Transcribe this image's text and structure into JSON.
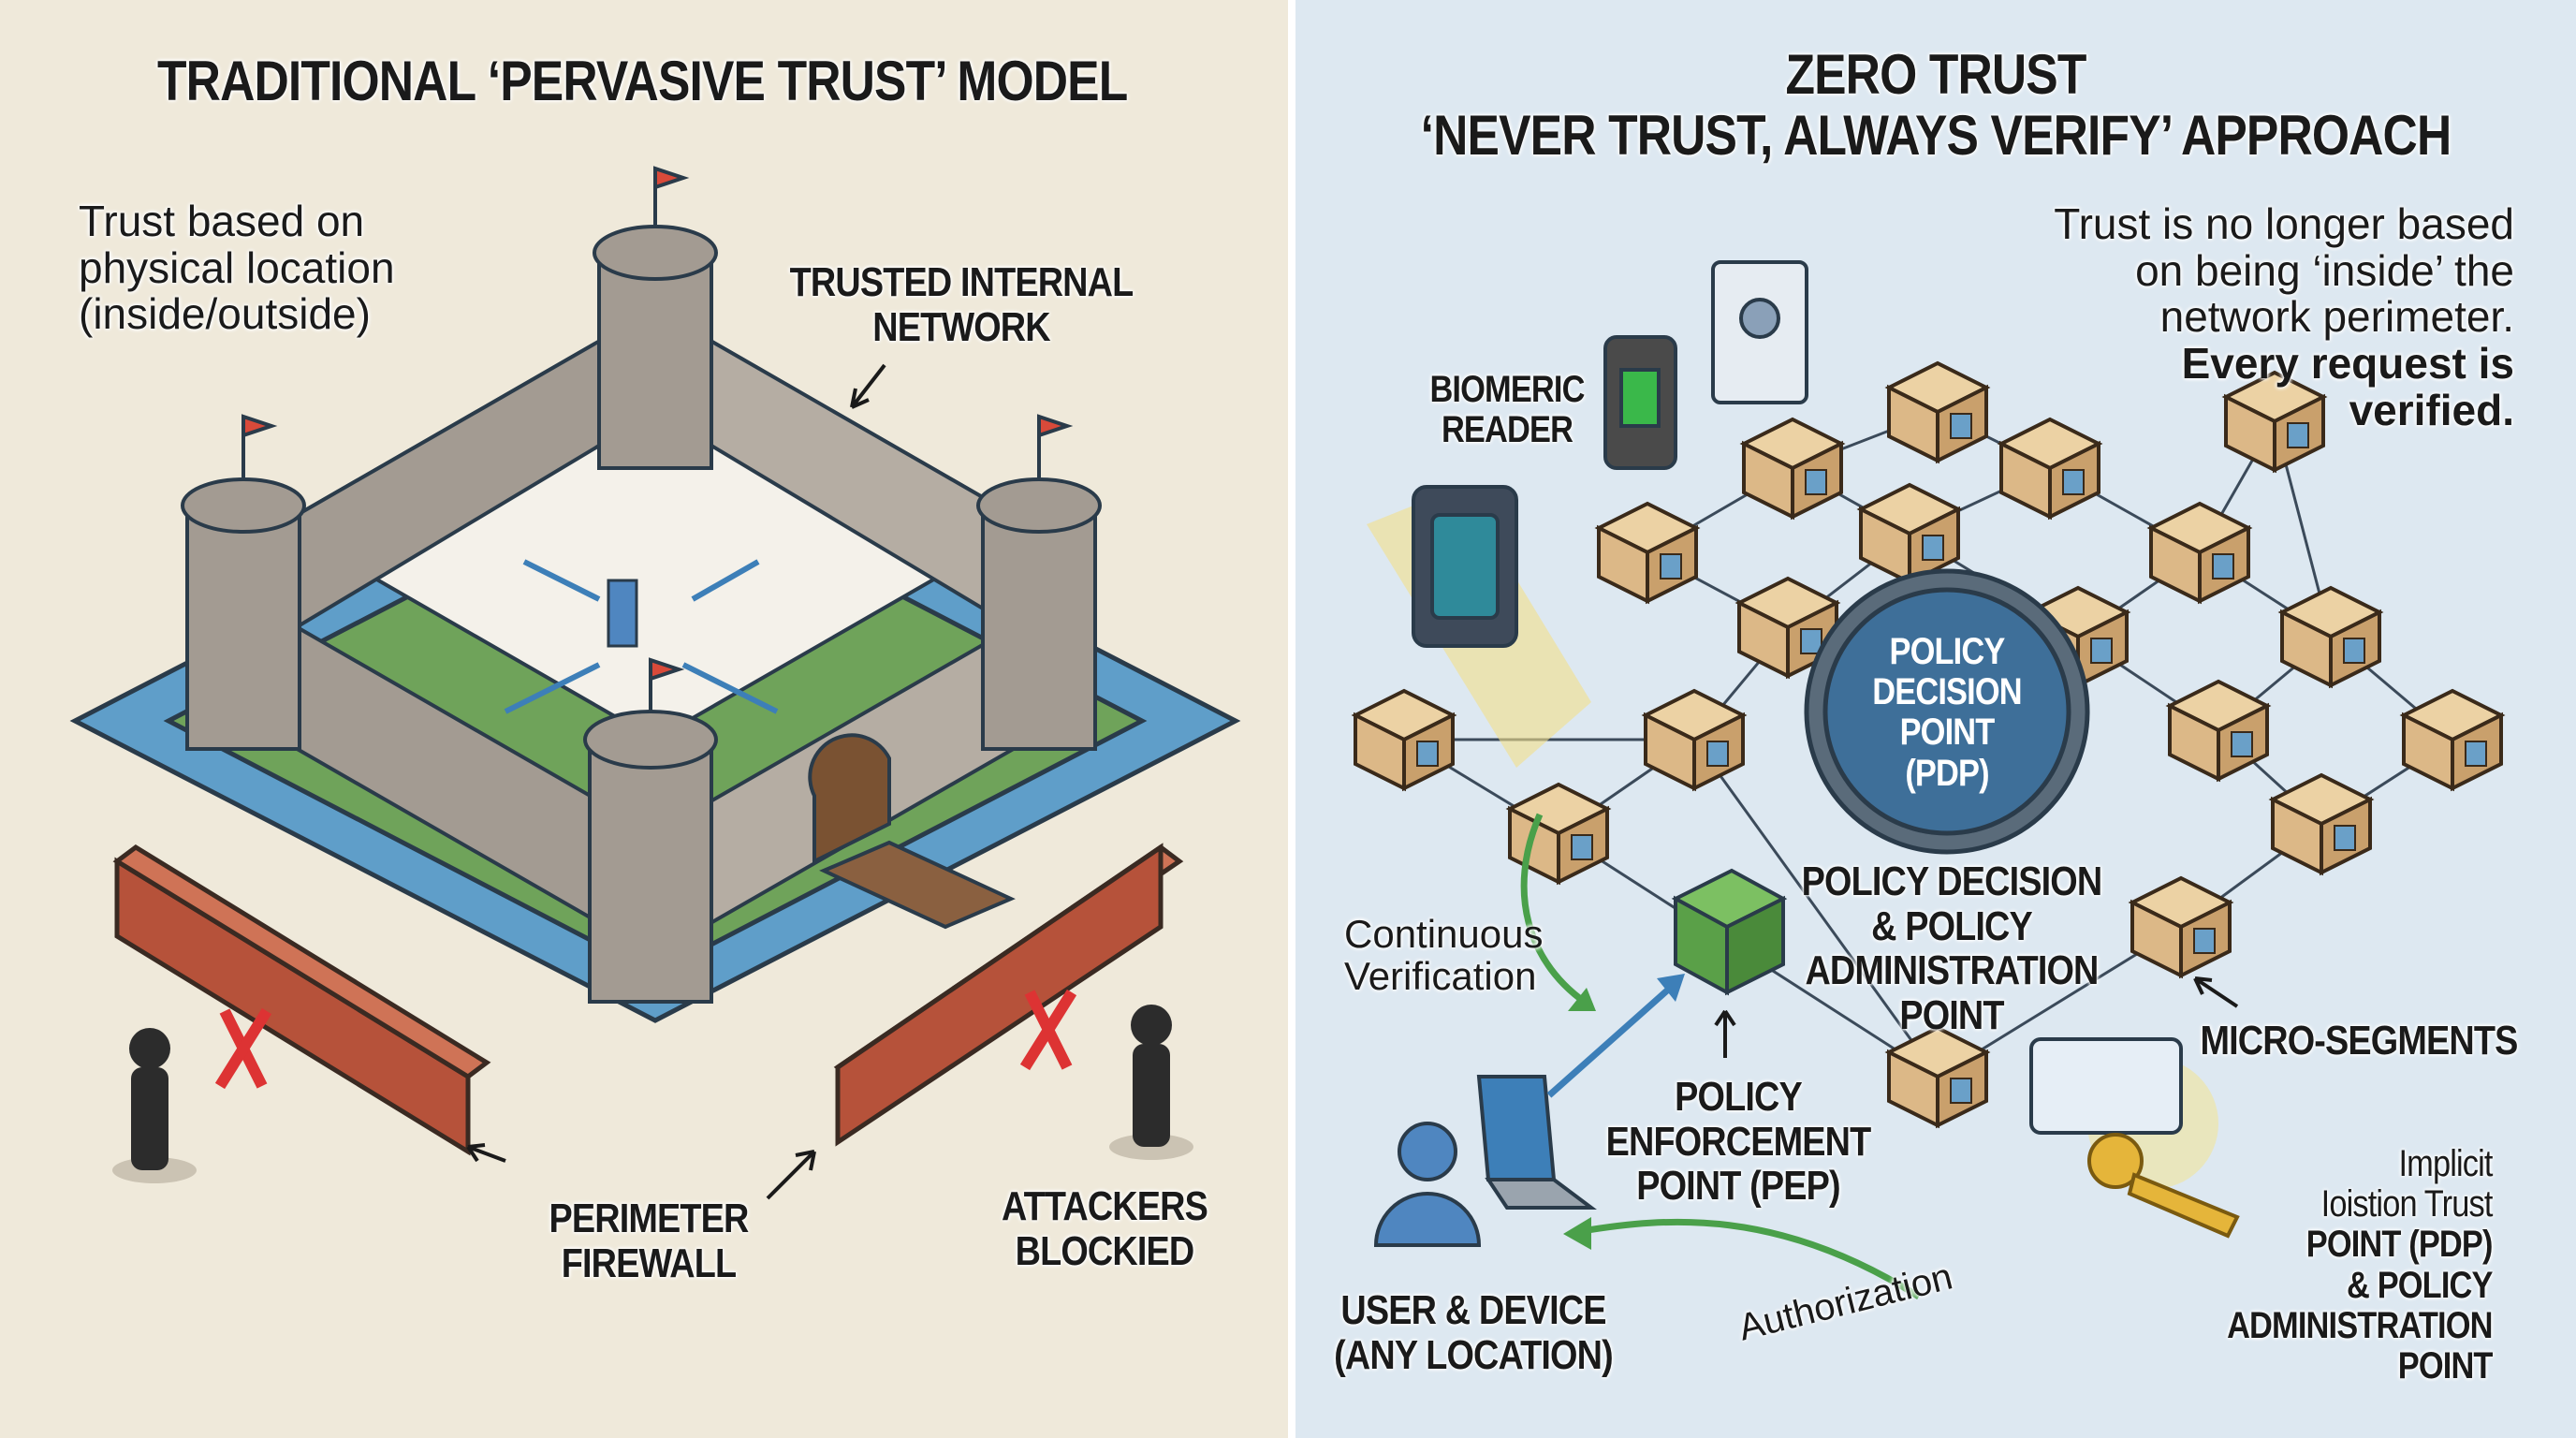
{
  "left_panel": {
    "title": "TRADITIONAL ‘PERVASIVE TRUST’ MODEL",
    "note_lines": [
      "Trust based on",
      "physical location",
      "(inside/outside)"
    ],
    "trusted_network_lines": [
      "TRUSTED INTERNAL",
      "NETWORK"
    ],
    "firewall_lines": [
      "PERIMETER",
      "FIREWALL"
    ],
    "attackers_lines": [
      "ATTACKERS",
      "BLOCKIED"
    ]
  },
  "right_panel": {
    "title_line1": "ZERO TRUST",
    "title_line2": "‘NEVER TRUST, ALWAYS VERIFY’ APPROACH",
    "note_lines": [
      "Trust is no longer based",
      "on being ‘inside’ the",
      "network perimeter."
    ],
    "note_bold_lines": [
      "Every request is",
      "verified."
    ],
    "biometric_lines": [
      "BIOMERIC",
      "READER"
    ],
    "pdp_lines": [
      "POLICY",
      "DECISION",
      "POINT",
      "(PDP)"
    ],
    "pdp_admin_lines": [
      "POLICY DECISION",
      "& POLICY",
      "ADMINISTRATION",
      "POINT"
    ],
    "continuous_lines": [
      "Continuous",
      "Verification"
    ],
    "micro_segments": "MICRO-SEGMENTS",
    "pep_lines": [
      "POLICY",
      "ENFORCEMENT",
      "POINT (PEP)"
    ],
    "user_lines": [
      "USER & DEVICE",
      "(ANY LOCATION)"
    ],
    "authorization": "Authorization",
    "implicit_lines": [
      "Implicit",
      "Ioistion Trust",
      "POINT (PDP)",
      "& POLICY",
      "ADMINISTRATION",
      "POINT"
    ]
  },
  "colors": {
    "left_bg": "#efe9da",
    "right_bg": "#dde8f1",
    "stone": "#a39b92",
    "moat": "#5f9ec9",
    "grass": "#6fa35a",
    "brick": "#b6523a",
    "cube": "#dcb887",
    "pdp": "#3e6f99",
    "pep": "#5aa048"
  }
}
